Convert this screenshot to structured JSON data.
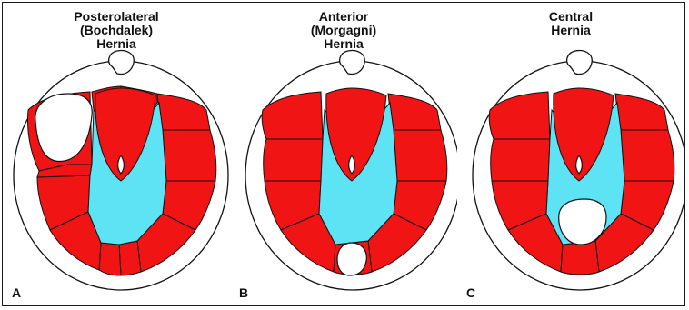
{
  "panels": [
    {
      "letter": "A",
      "title_lines": [
        "Posterolateral",
        "(Bochdalek)",
        "Hernia"
      ],
      "hernia_type": "posterolateral"
    },
    {
      "letter": "B",
      "title_lines": [
        "Anterior",
        "(Morgagni)",
        "Hernia"
      ],
      "hernia_type": "anterior"
    },
    {
      "letter": "C",
      "title_lines": [
        "Central",
        "Hernia"
      ],
      "hernia_type": "central"
    }
  ],
  "colors": {
    "muscle": "#f01414",
    "central_tendon": "#5ee3f5",
    "defect": "#ffffff",
    "outline": "#111111"
  }
}
